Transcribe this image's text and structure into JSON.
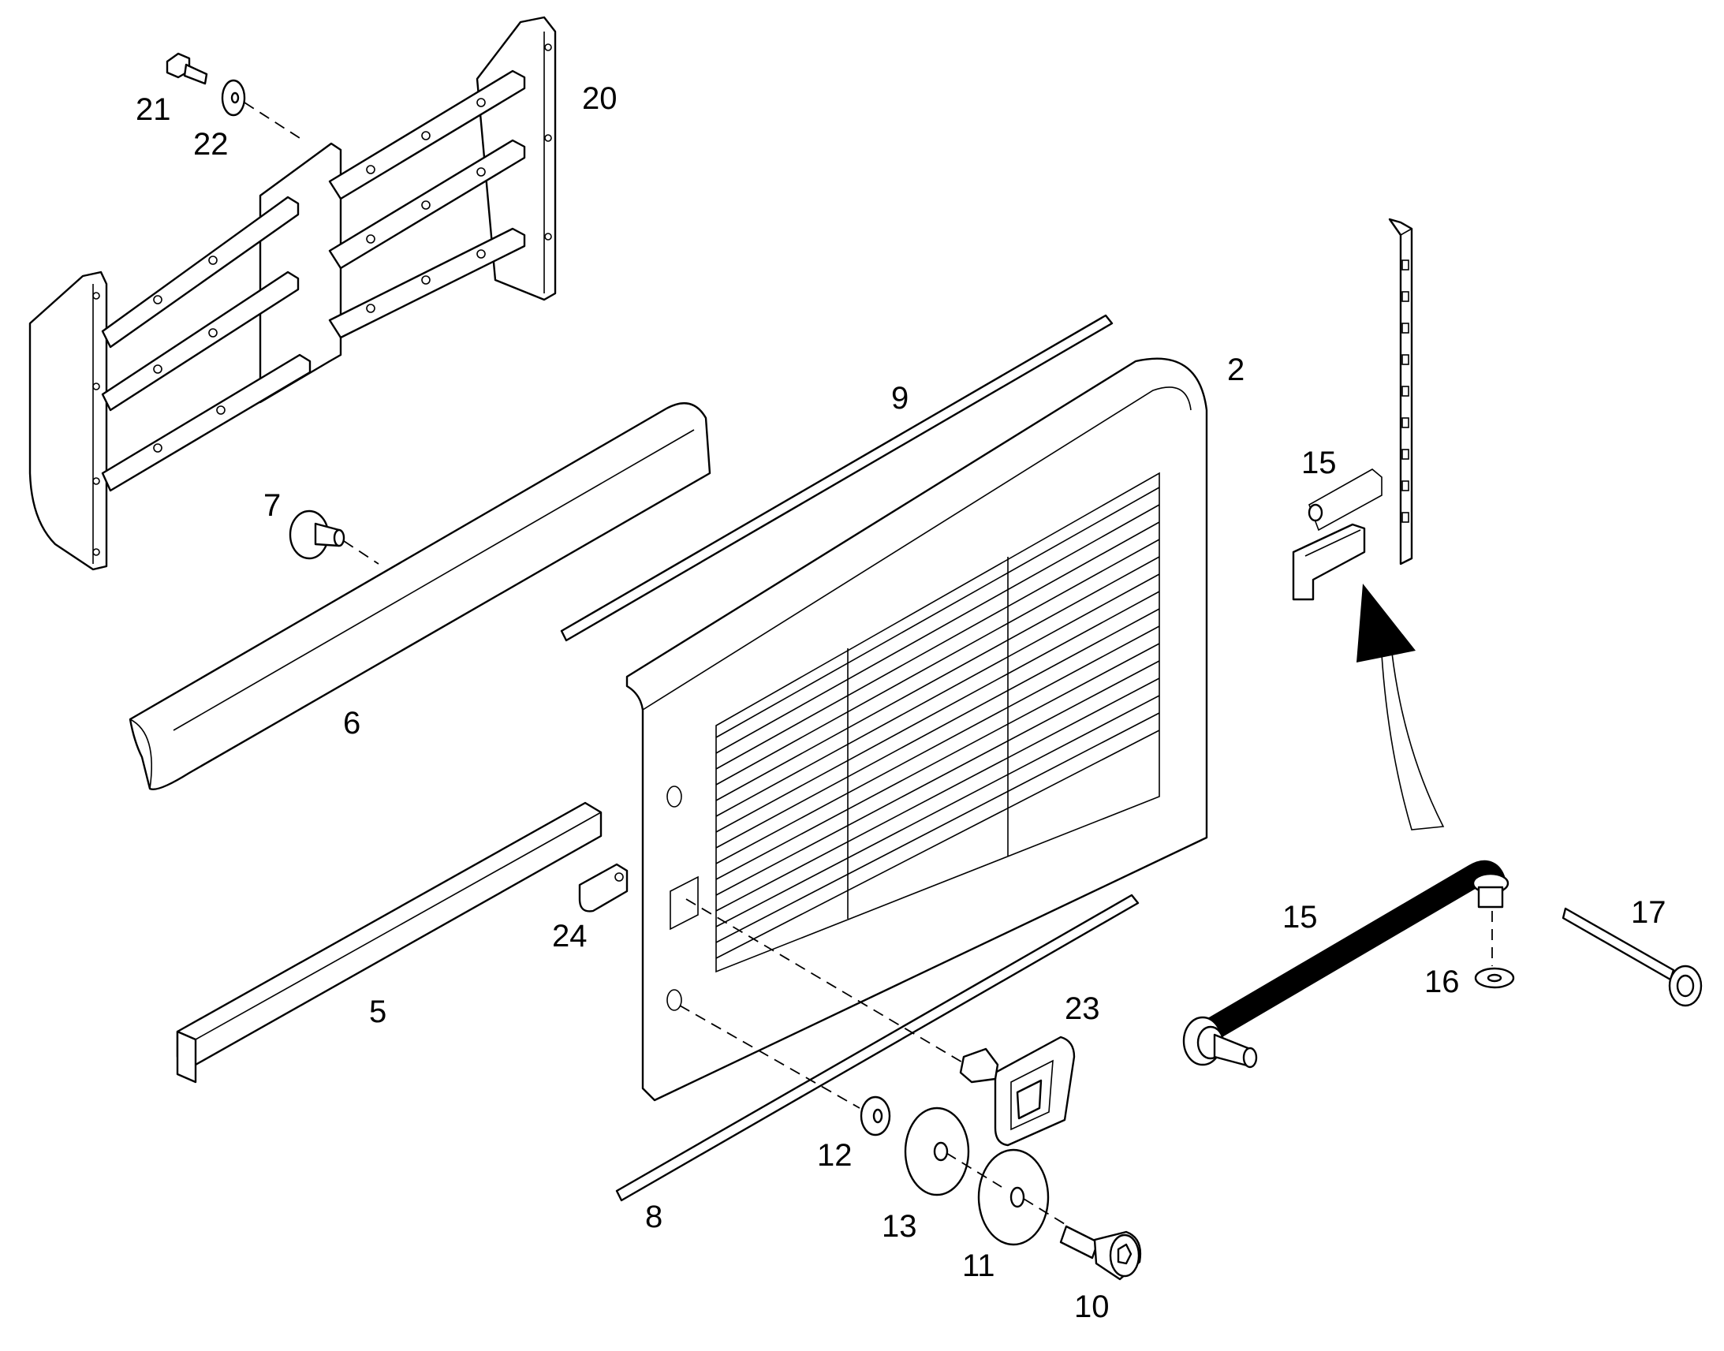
{
  "diagram": {
    "callouts": {
      "c2": "2",
      "c5": "5",
      "c6": "6",
      "c7": "7",
      "c8": "8",
      "c9": "9",
      "c10": "10",
      "c11": "11",
      "c12": "12",
      "c13": "13",
      "c15a": "15",
      "c15b": "15",
      "c16": "16",
      "c17": "17",
      "c20": "20",
      "c21": "21",
      "c22": "22",
      "c23": "23",
      "c24": "24"
    },
    "stroke_color": "#000000",
    "background_color": "#ffffff"
  }
}
